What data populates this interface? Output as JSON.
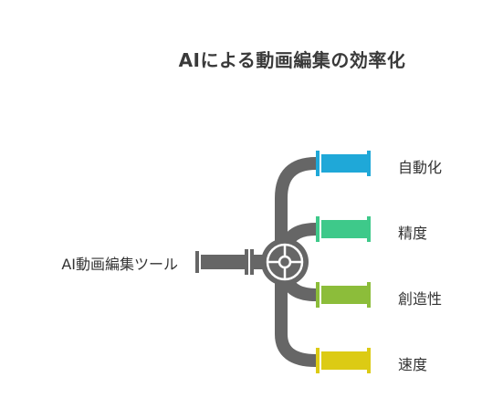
{
  "title": "AIによる動画編集の効率化",
  "source": {
    "label": "AI動画編集ツール"
  },
  "outputs": [
    {
      "label": "自動化",
      "color": "#1fa8d8"
    },
    {
      "label": "精度",
      "color": "#3ec98a"
    },
    {
      "label": "創造性",
      "color": "#8cbd3a"
    },
    {
      "label": "速度",
      "color": "#dccb14"
    }
  ],
  "pipe_color": "#666666",
  "valve_icon": "valve-wheel-icon"
}
